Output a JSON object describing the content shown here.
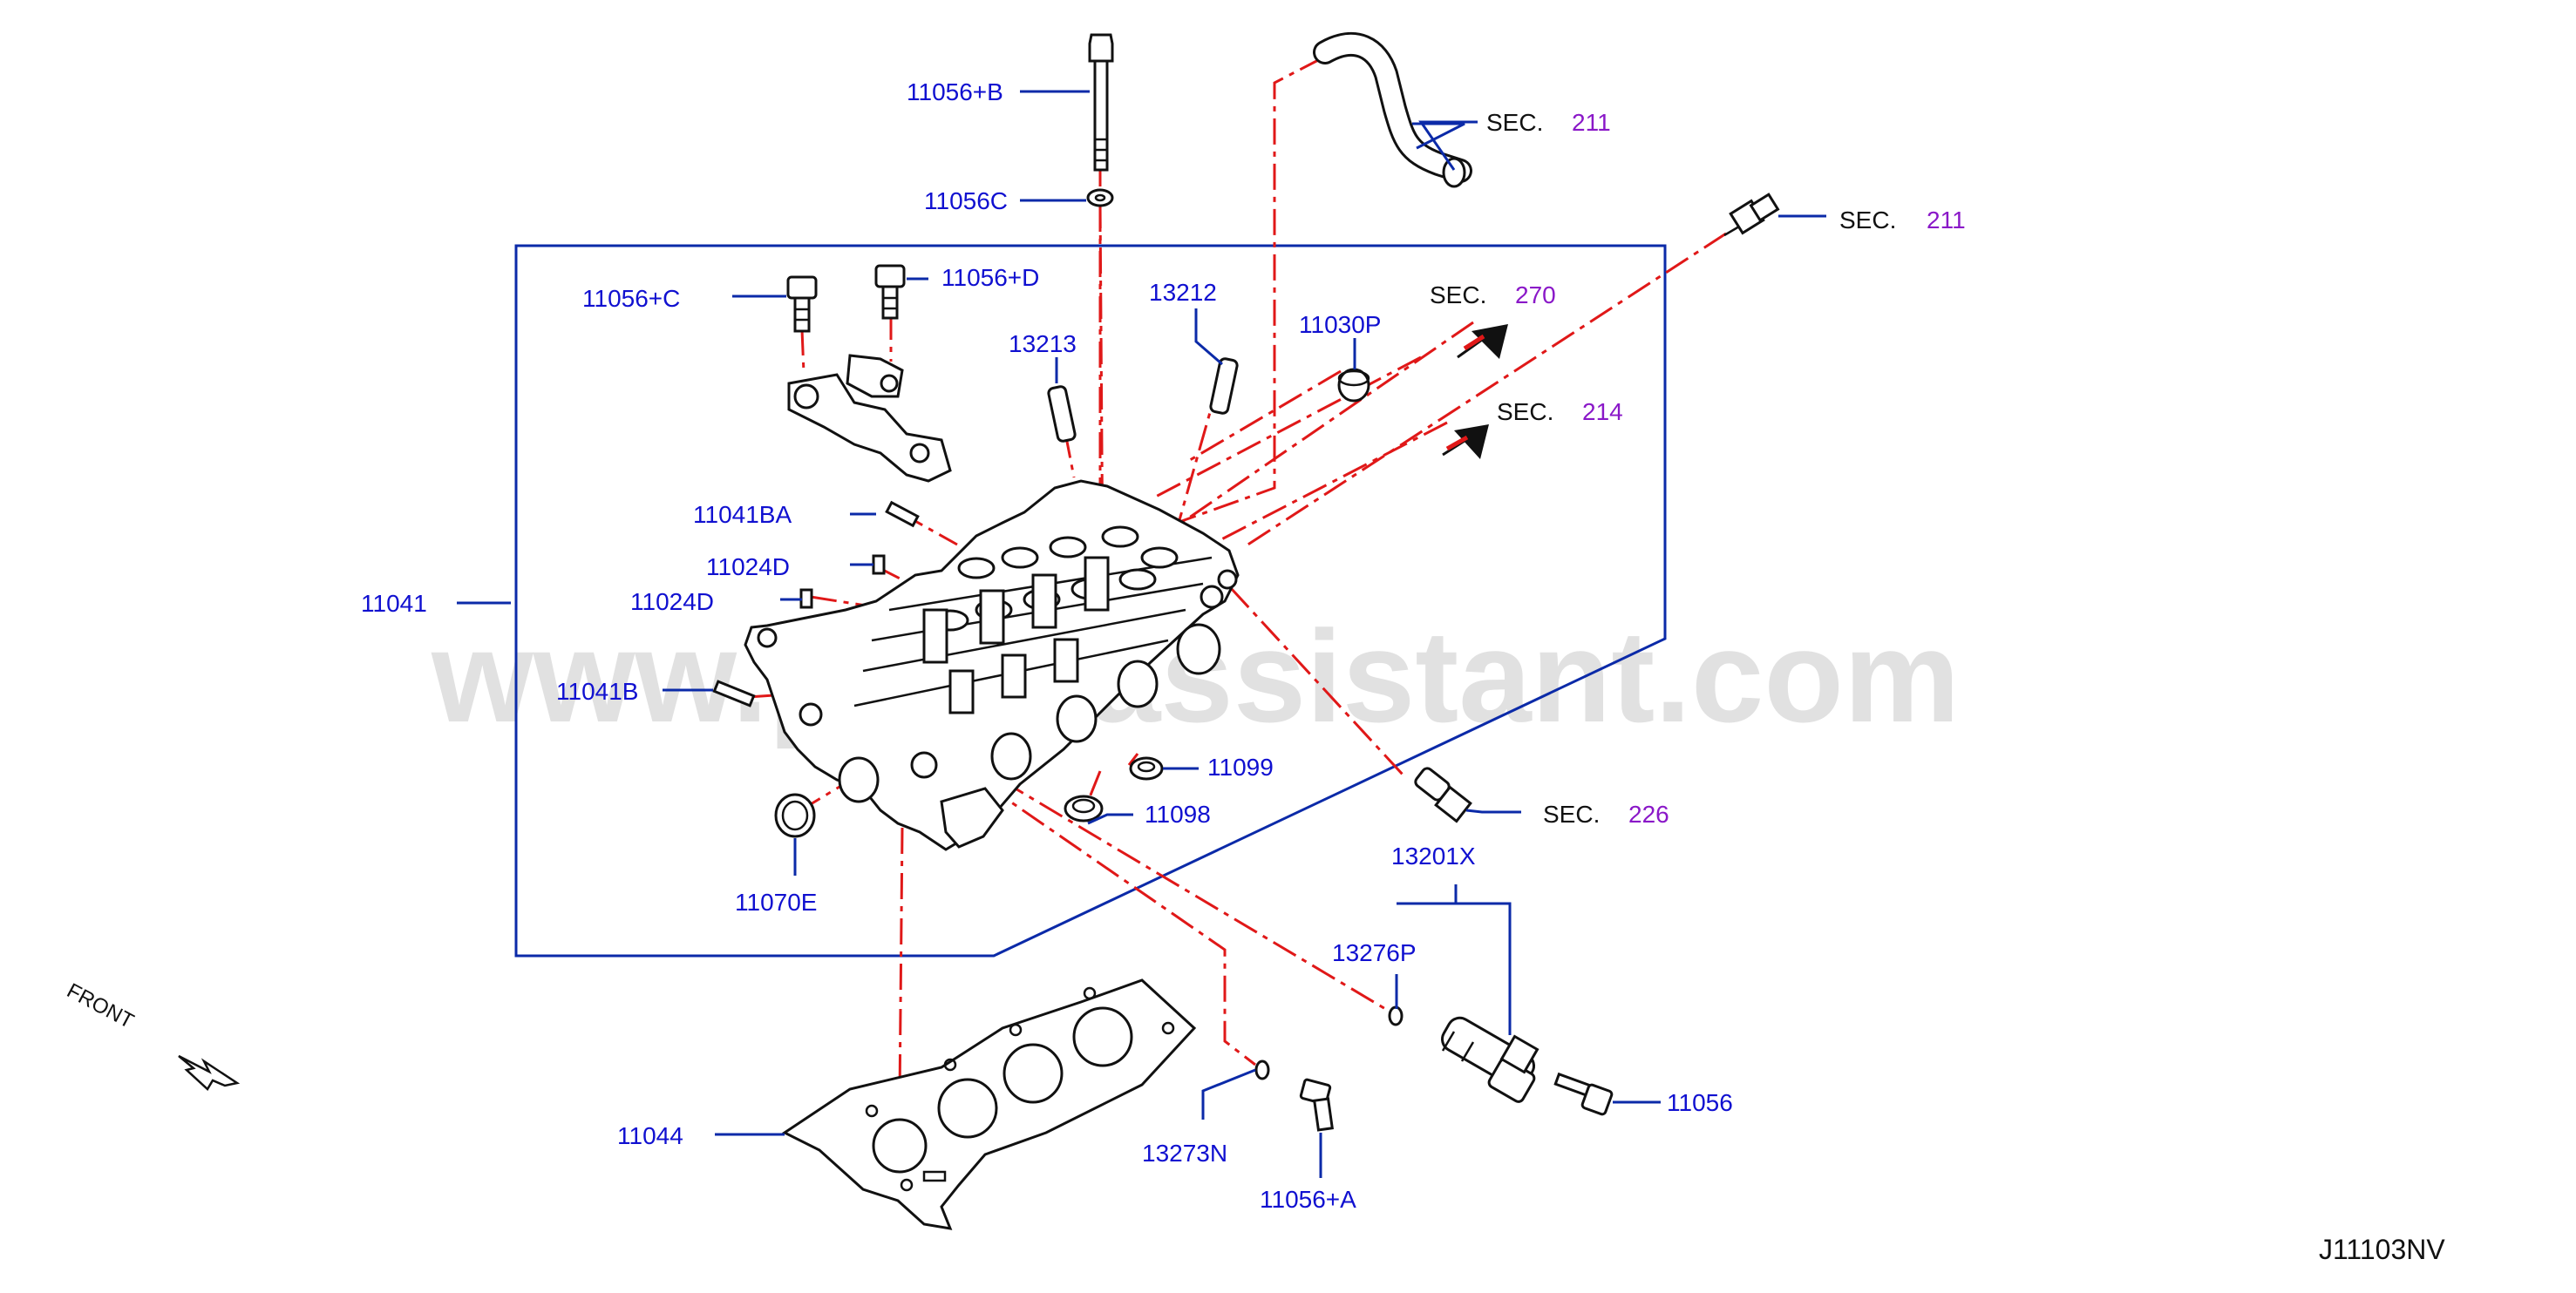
{
  "labels": {
    "p11056_b": "11056+B",
    "p11056c": "11056C",
    "p11056_c": "11056+C",
    "p11056_d": "11056+D",
    "p13212": "13212",
    "p13213": "13213",
    "p11030p": "11030P",
    "p11041ba": "11041BA",
    "p11024d_1": "11024D",
    "p11024d_2": "11024D",
    "p11041": "11041",
    "p11041b": "11041B",
    "p11099": "11099",
    "p11098": "11098",
    "p11070e": "11070E",
    "p13201x": "13201X",
    "p13276p": "13276P",
    "p11056": "11056",
    "p11044": "11044",
    "p13273n": "13273N",
    "p11056_a": "11056+A"
  },
  "sections": {
    "sec_a": {
      "prefix": "SEC.",
      "number": "211"
    },
    "sec_b": {
      "prefix": "SEC.",
      "number": "211"
    },
    "sec_c": {
      "prefix": "SEC.",
      "number": "270"
    },
    "sec_d": {
      "prefix": "SEC.",
      "number": "214"
    },
    "sec_e": {
      "prefix": "SEC.",
      "number": "226"
    }
  },
  "front_label": "FRONT",
  "diagram_code": "J11103NV",
  "watermark": "www.partsassistant.com",
  "colors": {
    "part_label": "#1010d0",
    "section_number": "#8a18c8",
    "leader_line": "#0b2aa8",
    "dash_line": "#e01818",
    "arrow": "#e01818"
  }
}
